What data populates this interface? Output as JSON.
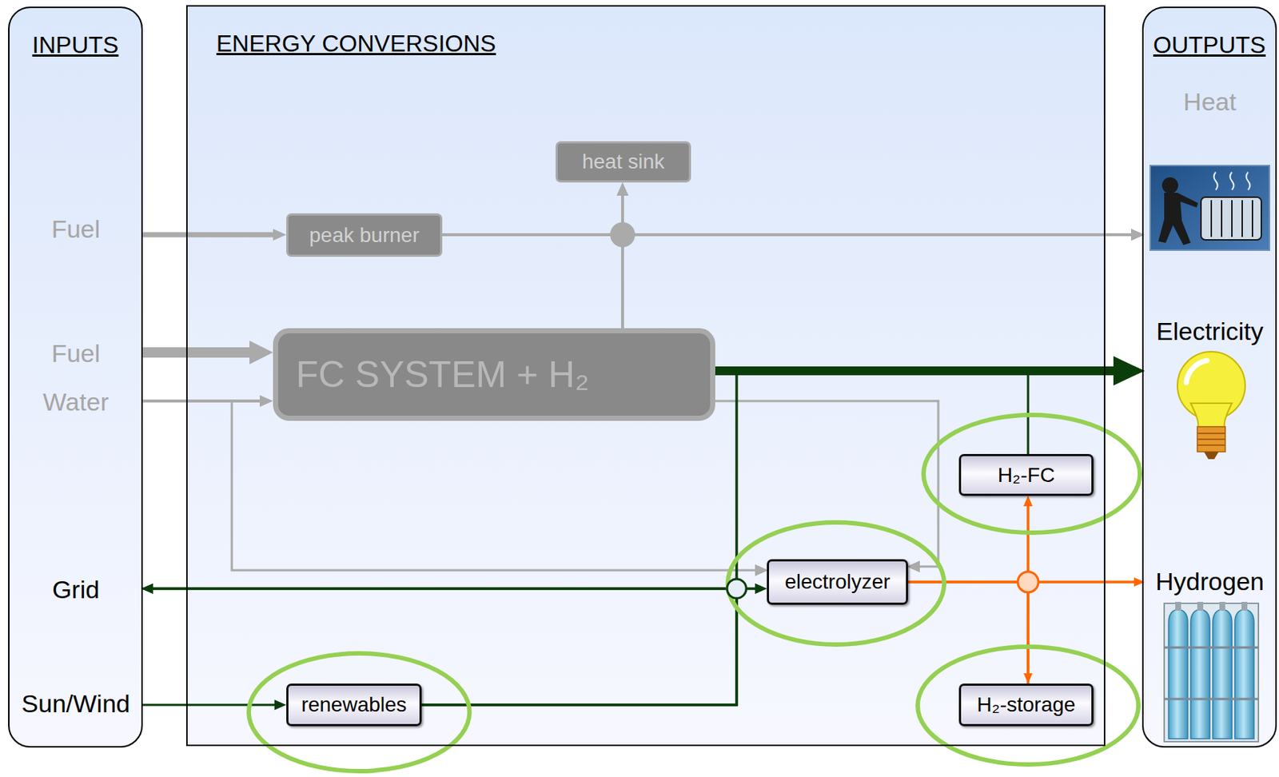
{
  "diagram": {
    "nodes": [
      {
        "text": [
          "INPUTS"
        ]
      },
      {
        "text": [
          "Fuel"
        ],
        "in": 0
      },
      {
        "text": [
          "Fuel"
        ],
        "in": 0
      },
      {
        "text": [
          "Water"
        ],
        "in": 0
      },
      {
        "text": [
          "Grid"
        ],
        "in": 0
      },
      {
        "text": [
          "Sun/Wind"
        ],
        "in": 0
      },
      {
        "text": [
          "ENERGY CONVERSIONS"
        ]
      },
      {
        "text": [
          "heat sink"
        ],
        "in": 6
      },
      {
        "text": [
          "peak burner"
        ],
        "in": 6
      },
      {
        "text": [
          "FC SYSTEM + H₂"
        ],
        "in": 6
      },
      {
        "text": [
          "H₂-FC"
        ],
        "in": 6
      },
      {
        "text": [
          "electrolyzer"
        ],
        "in": 6
      },
      {
        "text": [
          "renewables"
        ],
        "in": 6
      },
      {
        "text": [
          "H₂-storage"
        ],
        "in": 6
      },
      {
        "text": [
          "OUTPUTS"
        ]
      },
      {
        "text": [
          "Heat"
        ],
        "in": 14
      },
      {
        "text": [
          "Electricity"
        ],
        "in": 14
      },
      {
        "text": [
          "Hydrogen"
        ],
        "in": 14
      }
    ],
    "edges": [
      {
        "from": 1,
        "to": 8,
        "arrow": "to"
      },
      {
        "from": 8,
        "to": 7,
        "arrow": "to"
      },
      {
        "from": 8,
        "to": 15,
        "arrow": "to"
      },
      {
        "from": 2,
        "to": 9,
        "arrow": "to"
      },
      {
        "from": 3,
        "to": 9,
        "arrow": "to"
      },
      {
        "from": 3,
        "to": 11,
        "arrow": "to"
      },
      {
        "from": 9,
        "to": 7,
        "arrow": "to"
      },
      {
        "from": 9,
        "to": 15,
        "arrow": "to"
      },
      {
        "from": 9,
        "to": 11,
        "arrow": "to"
      },
      {
        "from": 9,
        "to": 16,
        "arrow": "to"
      },
      {
        "from": 5,
        "to": 12,
        "arrow": "to"
      },
      {
        "from": 4,
        "to": 11,
        "arrow": "both"
      },
      {
        "from": 12,
        "to": 11,
        "arrow": "to"
      },
      {
        "from": 12,
        "to": 16,
        "arrow": "to"
      },
      {
        "from": 12,
        "to": 4,
        "arrow": "to"
      },
      {
        "from": 4,
        "to": 16,
        "arrow": "to"
      },
      {
        "from": 10,
        "to": 16,
        "arrow": "to"
      },
      {
        "from": 11,
        "to": 17,
        "arrow": "to"
      },
      {
        "from": 11,
        "to": 10,
        "arrow": "to"
      },
      {
        "from": 11,
        "to": 13,
        "arrow": "to"
      },
      {
        "from": 13,
        "to": 10,
        "arrow": "to"
      },
      {
        "from": 13,
        "to": 17,
        "arrow": "to"
      }
    ]
  }
}
